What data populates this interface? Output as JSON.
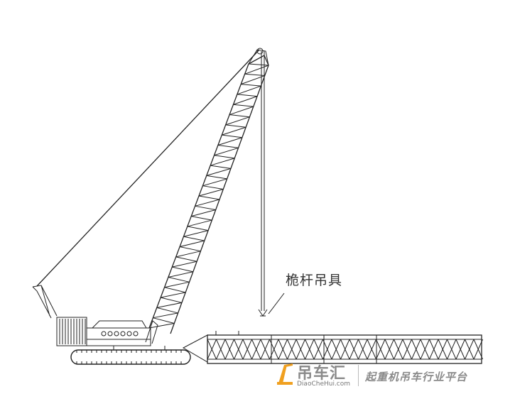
{
  "annotation": {
    "label": "桅杆吊具"
  },
  "watermark": {
    "brand": "吊车汇",
    "url": "DiaoCheHui.com",
    "slogan": "起重机吊车行业平台",
    "accent_color": "#f0a020",
    "text_color": "#8a8a8a"
  },
  "drawing": {
    "subject": "crawler crane side elevation with raised lattice boom and a lattice mast lying on the ground",
    "line_color": "#222222"
  }
}
